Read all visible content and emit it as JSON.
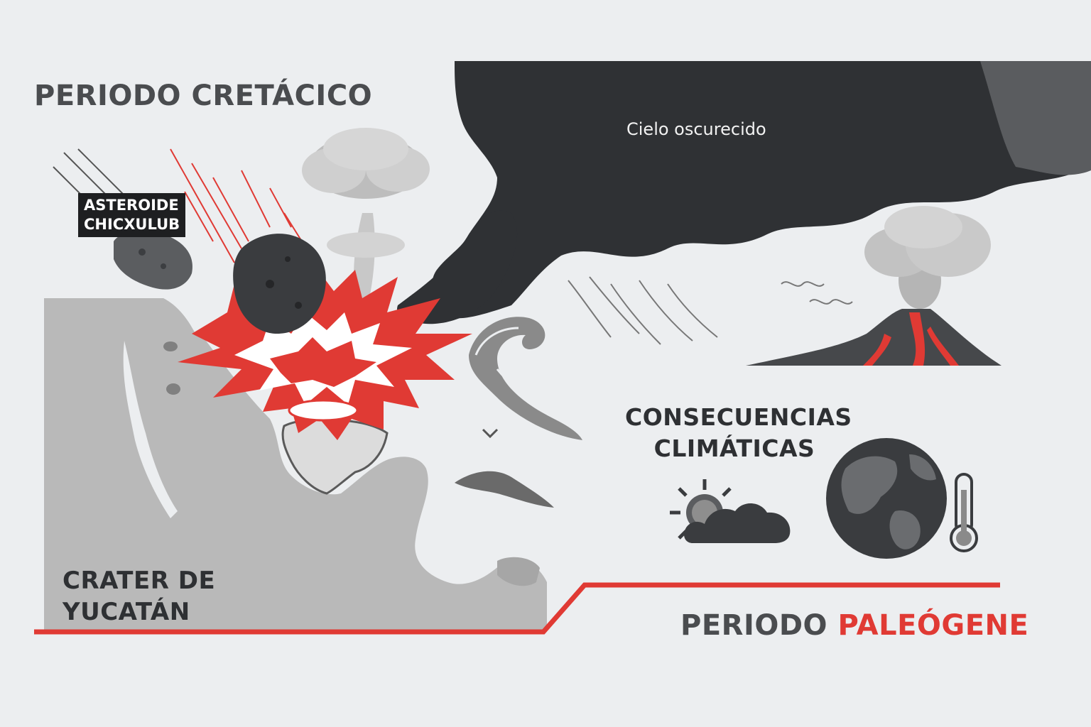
{
  "titles": {
    "cretaceous": "PERIODO CRETÁCICO",
    "paleogene_prefix": "PERIODO",
    "paleogene_accent": "PALEÓGENE"
  },
  "labels": {
    "asteroid_line1": "ASTEROIDE",
    "asteroid_line2": "CHICXULUB",
    "sky": "Cielo oscurecido",
    "crater_line1": "CRATER DE",
    "crater_line2": "YUCATÁN",
    "consequences_line1": "CONSECUENCIAS",
    "consequences_line2": "CLIMÁTICAS"
  },
  "colors": {
    "background": "#eceef0",
    "accent_red": "#e03a34",
    "smoke_dark": "#2f3134",
    "land_gray": "#b9b9b9",
    "text_dark": "#2e3033"
  }
}
